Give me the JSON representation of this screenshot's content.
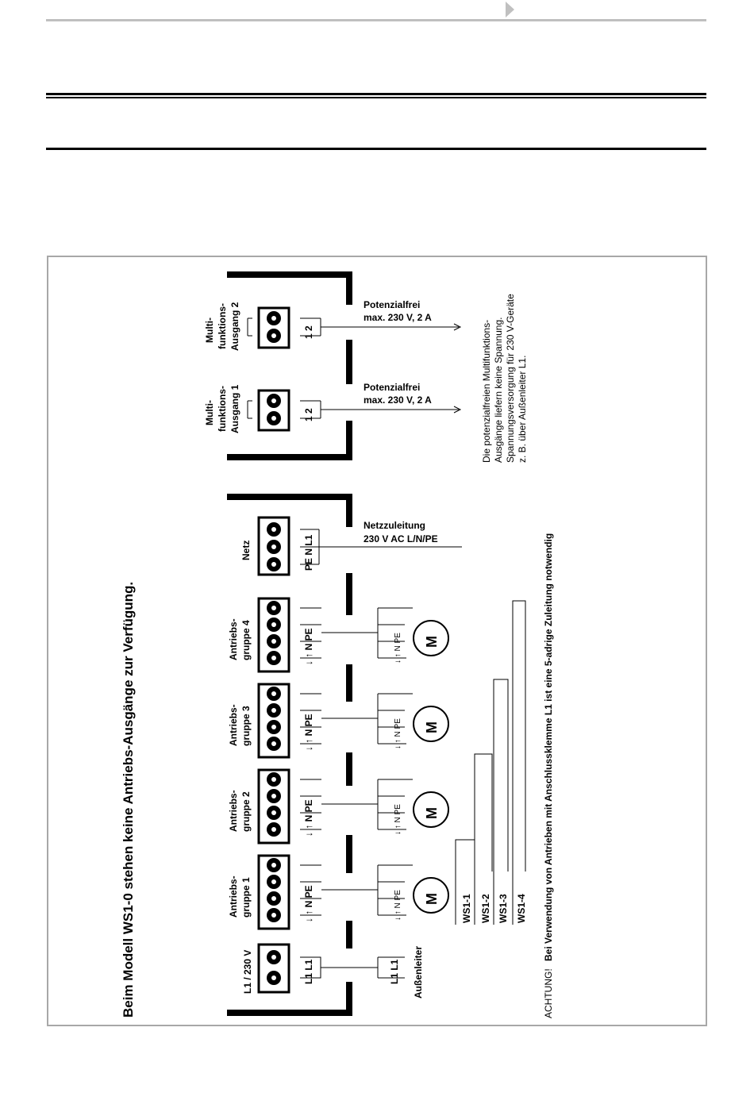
{
  "header": {
    "next_icon": "triangle-right-icon"
  },
  "diagram": {
    "title": "Beim Modell WS1-0 stehen keine Antriebs-Ausgänge zur Verfügung.",
    "supply": {
      "label": "L1 / 230 V",
      "terms": "L1  L1",
      "external_terms": "L1  L1",
      "external_label": "Außenleiter"
    },
    "groups": [
      {
        "line1": "Antriebs-",
        "line2": "gruppe 1",
        "terms": "↓  ↑  N  PE",
        "motor": "M",
        "motor_terms": "↓  ↑  N  PE"
      },
      {
        "line1": "Antriebs-",
        "line2": "gruppe 2",
        "terms": "↓  ↑  N  PE",
        "motor": "M",
        "motor_terms": "↓  ↑  N  PE"
      },
      {
        "line1": "Antriebs-",
        "line2": "gruppe 3",
        "terms": "↓  ↑  N  PE",
        "motor": "M",
        "motor_terms": "↓  ↑  N  PE"
      },
      {
        "line1": "Antriebs-",
        "line2": "gruppe 4",
        "terms": "↓  ↑  N  PE",
        "motor": "M",
        "motor_terms": "↓  ↑  N  PE"
      }
    ],
    "netz": {
      "label": "Netz",
      "terms": "PE  N  L1",
      "line1": "Netzzuleitung",
      "line2": "230 V AC L/N/PE"
    },
    "mf1": {
      "line1": "Multi-",
      "line2": "funktions-",
      "line3": "Ausgang 1",
      "terms": "1  2",
      "out1": "Potenzialfrei",
      "out2": "max. 230 V, 2 A"
    },
    "mf2": {
      "line1": "Multi-",
      "line2": "funktions-",
      "line3": "Ausgang 2",
      "terms": "1  2",
      "out1": "Potenzialfrei",
      "out2": "max. 230 V, 2 A"
    },
    "note": [
      "Die potenzialfreien Multifunktions-",
      "Ausgänge liefern keine Spannung.",
      "Spannungsversorgung für 230 V-Geräte",
      "z. B. über Außenleiter L1."
    ],
    "models": [
      "WS1-1",
      "WS1-2",
      "WS1-3",
      "WS1-4"
    ],
    "warning_prefix": "ACHTUNG!",
    "warning": "Bei Verwendung von Antrieben mit Anschlussklemme L1 ist eine 5-adrige Zuleitung notwendig"
  }
}
